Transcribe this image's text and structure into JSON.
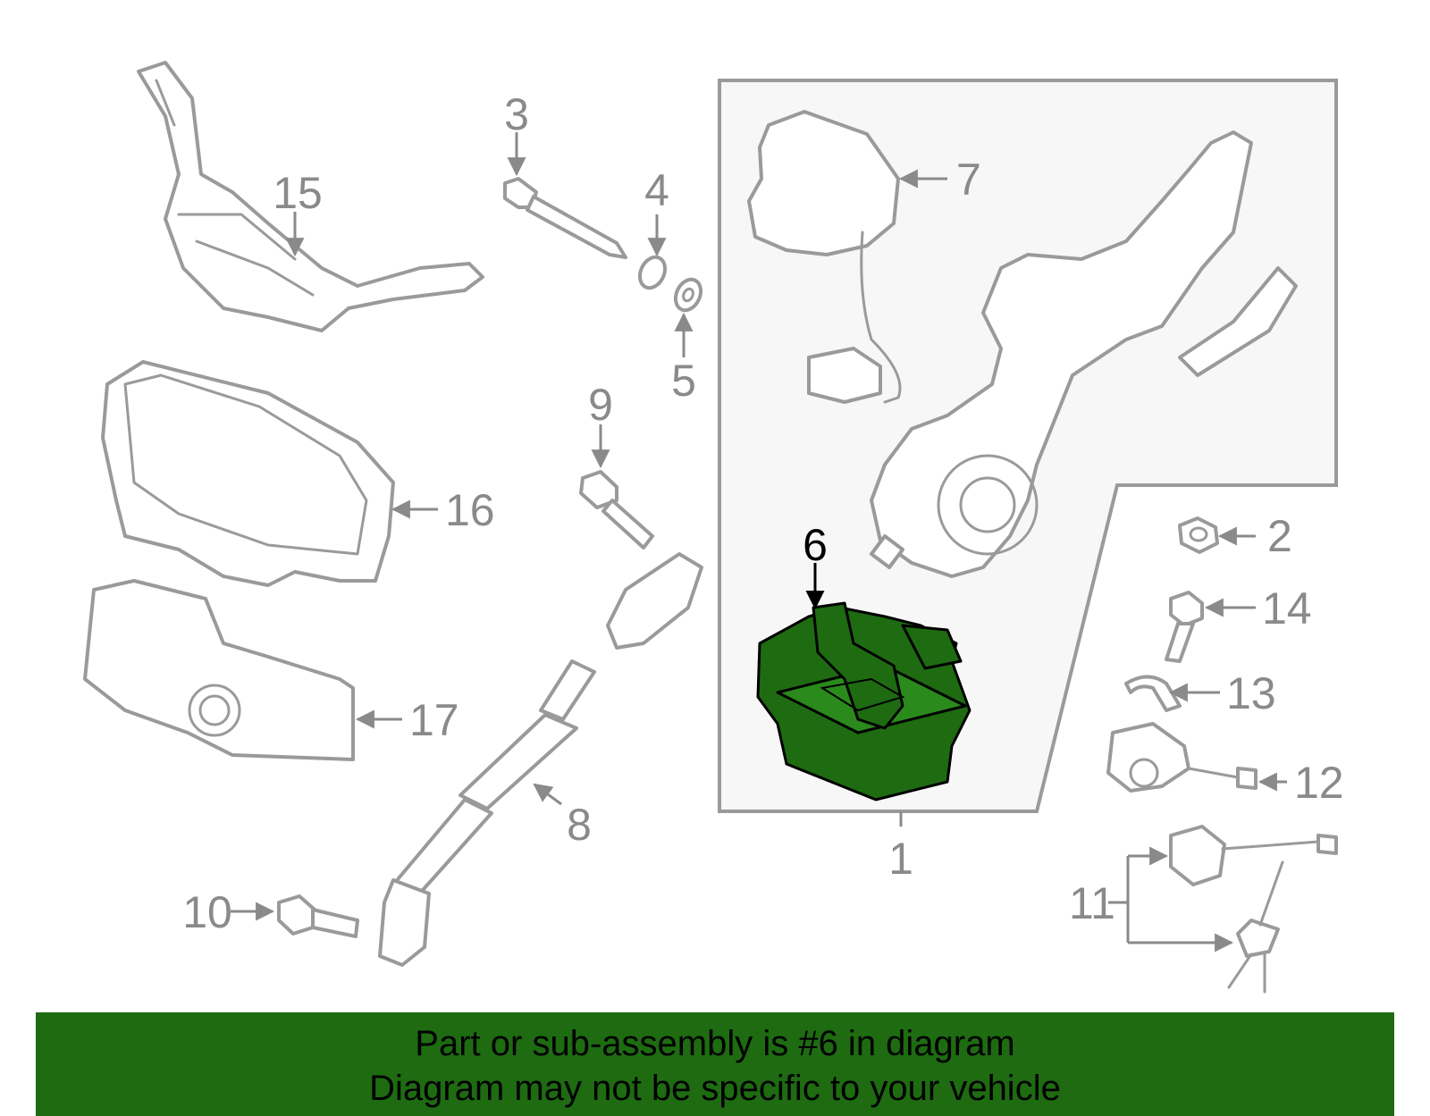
{
  "callouts": {
    "c1": "1",
    "c2": "2",
    "c3": "3",
    "c4": "4",
    "c5": "5",
    "c6": "6",
    "c7": "7",
    "c8": "8",
    "c9": "9",
    "c10": "10",
    "c11": "11",
    "c12": "12",
    "c13": "13",
    "c14": "14",
    "c15": "15",
    "c16": "16",
    "c17": "17"
  },
  "highlight": {
    "callout": "6",
    "color": "#1e6b12"
  },
  "banner": {
    "line1": "Part or sub-assembly is #6 in diagram",
    "line2": "Diagram may not be specific to your vehicle",
    "background": "#1e6b12"
  }
}
